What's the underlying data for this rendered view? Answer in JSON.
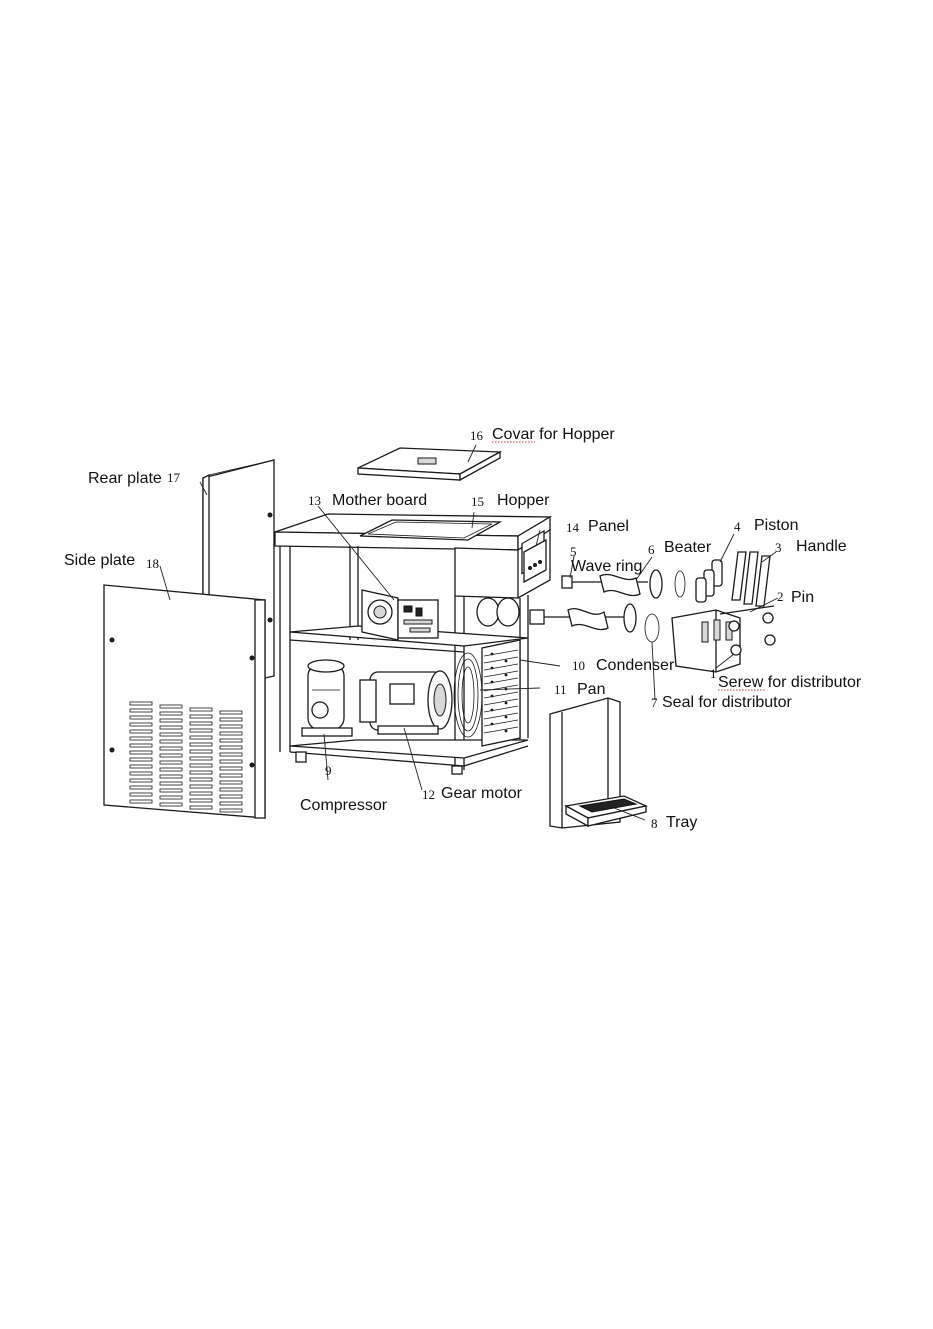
{
  "diagram": {
    "parts": [
      {
        "id": "p1",
        "number": "1",
        "label": "Serew for distributor"
      },
      {
        "id": "p2",
        "number": "2",
        "label": "Pin"
      },
      {
        "id": "p3",
        "number": "3",
        "label": "Handle"
      },
      {
        "id": "p4",
        "number": "4",
        "label": "Piston"
      },
      {
        "id": "p5",
        "number": "5",
        "label": "Wave ring"
      },
      {
        "id": "p6",
        "number": "6",
        "label": "Beater"
      },
      {
        "id": "p7",
        "number": "7",
        "label": "Seal for distributor"
      },
      {
        "id": "p8",
        "number": "8",
        "label": "Tray"
      },
      {
        "id": "p9",
        "number": "9",
        "label": "Compressor"
      },
      {
        "id": "p10",
        "number": "10",
        "label": "Condenser"
      },
      {
        "id": "p11",
        "number": "11",
        "label": "Pan"
      },
      {
        "id": "p12",
        "number": "12",
        "label": "Gear motor"
      },
      {
        "id": "p13",
        "number": "13",
        "label": "Mother board"
      },
      {
        "id": "p14",
        "number": "14",
        "label": "Panel"
      },
      {
        "id": "p15",
        "number": "15",
        "label": "Hopper"
      },
      {
        "id": "p16",
        "number": "16",
        "label": "Covar for Hopper"
      },
      {
        "id": "p17",
        "number": "17",
        "label": "Rear plate"
      },
      {
        "id": "p18",
        "number": "18",
        "label": "Side plate"
      }
    ]
  }
}
